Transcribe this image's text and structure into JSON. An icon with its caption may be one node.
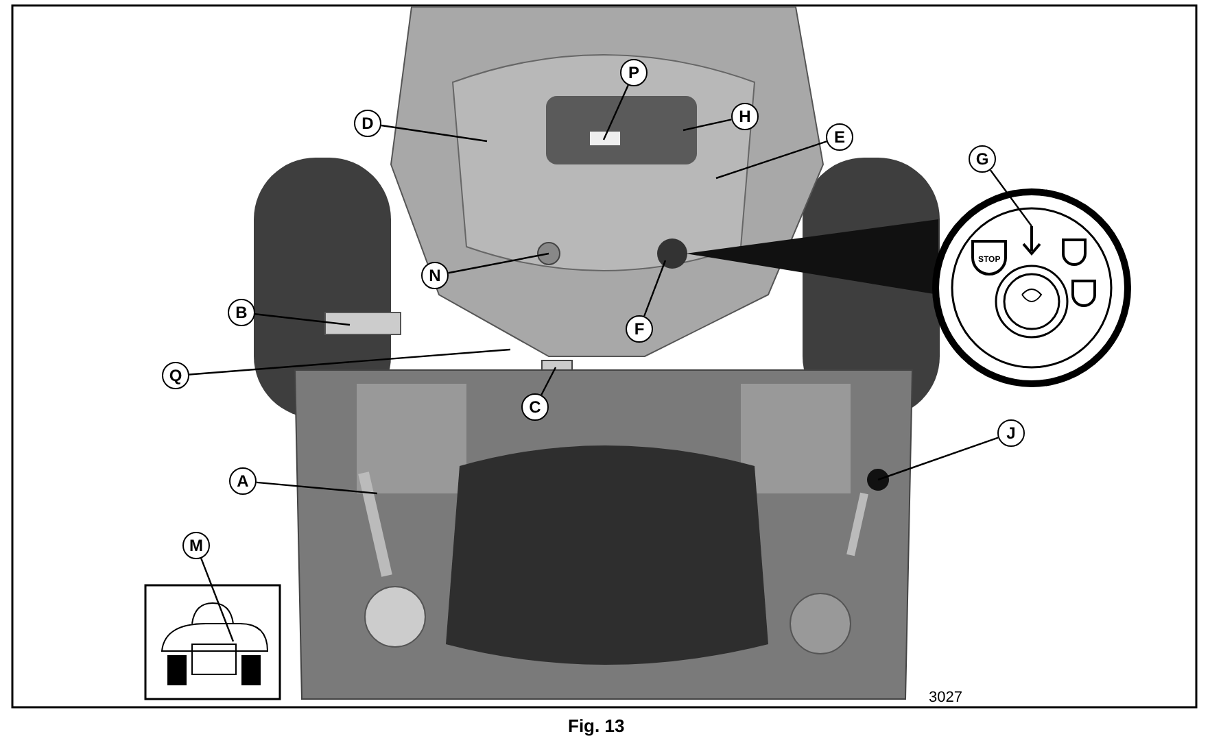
{
  "diagram": {
    "caption": "Fig. 13",
    "nodes": [
      {
        "text": [
          "P"
        ]
      },
      {
        "text": [
          "D"
        ]
      },
      {
        "text": [
          "H"
        ]
      },
      {
        "text": [
          "E"
        ]
      },
      {
        "text": [
          "G"
        ]
      },
      {
        "text": [
          "N"
        ]
      },
      {
        "text": [
          "B"
        ]
      },
      {
        "text": [
          "F"
        ]
      },
      {
        "text": [
          "Q"
        ]
      },
      {
        "text": [
          "C"
        ]
      },
      {
        "text": [
          "J"
        ]
      },
      {
        "text": [
          "A"
        ]
      },
      {
        "text": [
          "M"
        ]
      }
    ],
    "edges": [
      {
        "from": 0,
        "to": null,
        "arrow": "none"
      },
      {
        "from": 1,
        "to": null,
        "arrow": "none"
      },
      {
        "from": 2,
        "to": null,
        "arrow": "none"
      },
      {
        "from": 3,
        "to": null,
        "arrow": "none"
      },
      {
        "from": 4,
        "to": null,
        "arrow": "none"
      },
      {
        "from": 5,
        "to": null,
        "arrow": "none"
      },
      {
        "from": 6,
        "to": null,
        "arrow": "none"
      },
      {
        "from": 7,
        "to": null,
        "arrow": "none"
      },
      {
        "from": 8,
        "to": null,
        "arrow": "none"
      },
      {
        "from": 9,
        "to": null,
        "arrow": "none"
      },
      {
        "from": 10,
        "to": null,
        "arrow": "none"
      },
      {
        "from": 11,
        "to": null,
        "arrow": "none"
      },
      {
        "from": 12,
        "to": null,
        "arrow": "none"
      }
    ],
    "labels": [
      "STOP",
      "3027"
    ]
  }
}
